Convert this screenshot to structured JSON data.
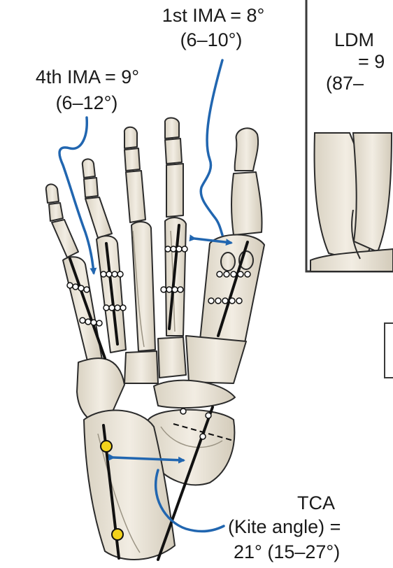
{
  "labels": {
    "first_ima": {
      "title": "1st IMA = 8°",
      "range": "(6–10°)"
    },
    "fourth_ima": {
      "title": "4th IMA = 9°",
      "range": "(6–12°)"
    },
    "ldm": {
      "line1": "LDM",
      "line2": "= 9",
      "line3": "(87–"
    },
    "tca": {
      "line1": "TCA",
      "line2": "(Kite angle) =",
      "line3": "21° (15–27°)"
    }
  },
  "colors": {
    "arrow": "#2166b0",
    "bone_fill": "#ece7db",
    "bone_shadow": "#cdc6b6",
    "bone_outline": "#2b2b2b",
    "axis_line": "#111111",
    "landmark_dot": "#f2d21b",
    "inset_frame": "#3a3a3a"
  }
}
